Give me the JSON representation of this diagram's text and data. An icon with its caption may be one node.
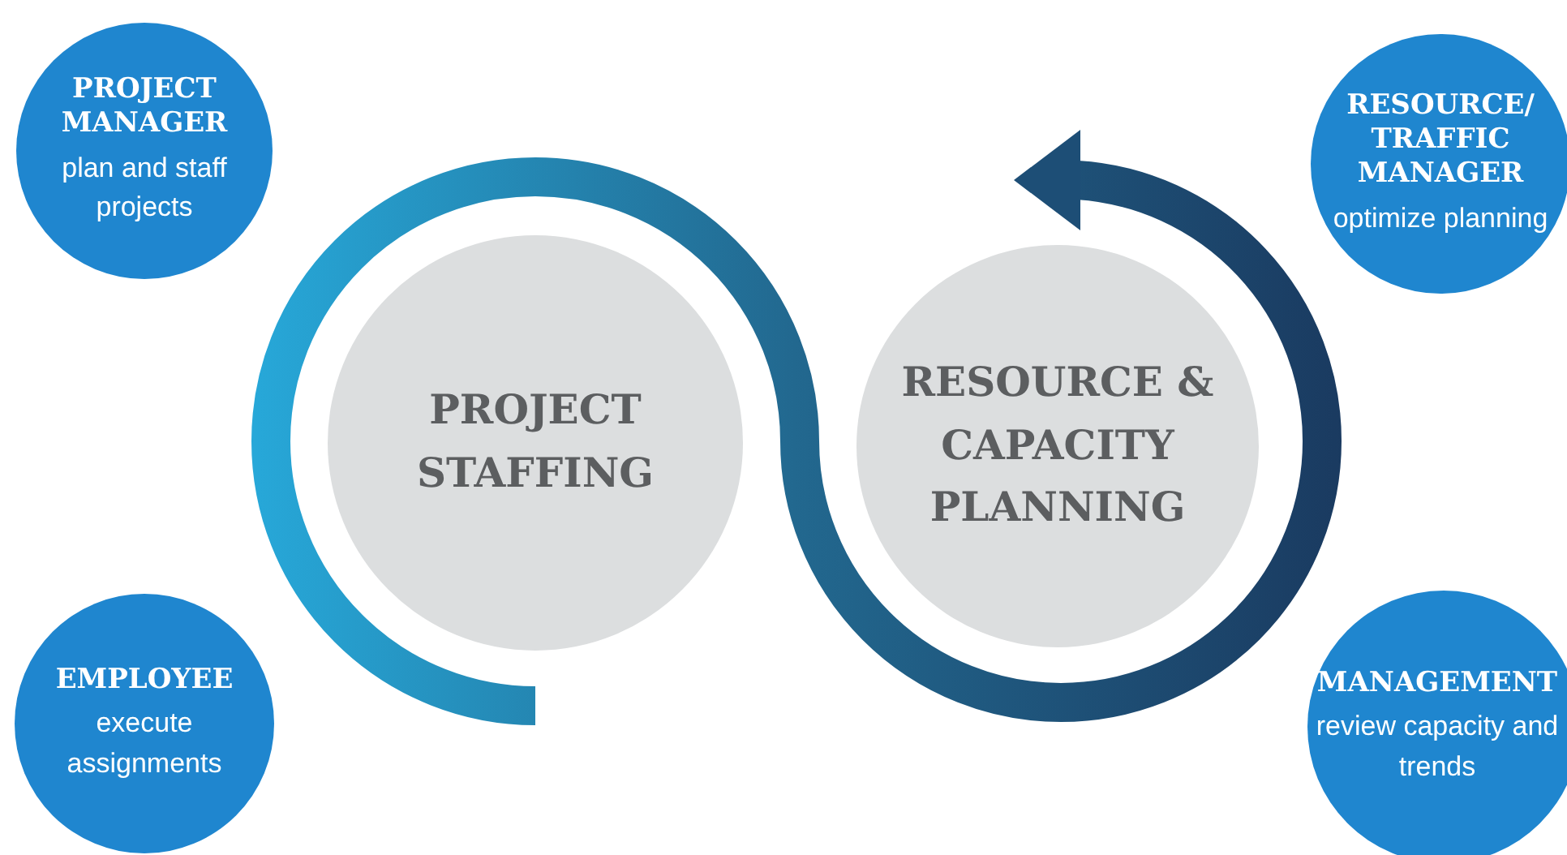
{
  "diagram": {
    "nodes": [
      {
        "text": [
          "PROJECT MANAGER",
          "plan and staff projects"
        ]
      },
      {
        "text": [
          "EMPLOYEE",
          "execute assignments"
        ]
      },
      {
        "text": [
          "PROJECT STAFFING"
        ]
      },
      {
        "text": [
          "RESOURCE & CAPACITY PLANNING"
        ]
      },
      {
        "text": [
          "RESOURCE/ TRAFFIC MANAGER",
          "optimize planning"
        ]
      },
      {
        "text": [
          "MANAGEMENT",
          "review capacity and trends"
        ]
      }
    ]
  }
}
